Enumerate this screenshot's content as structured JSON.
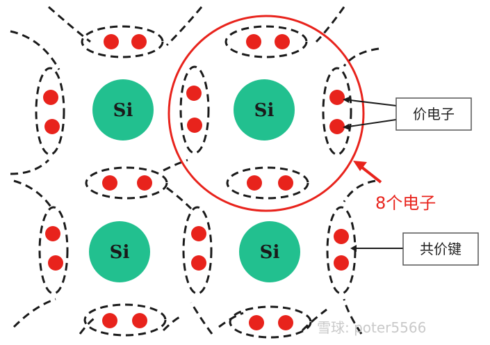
{
  "atoms": [
    {
      "label": "Si"
    },
    {
      "label": "Si"
    },
    {
      "label": "Si"
    },
    {
      "label": "Si"
    }
  ],
  "callouts": {
    "valence_electron": "价电子",
    "covalent_bond": "共价键",
    "eight_electrons": "8个电子"
  },
  "watermark": "雪球: poter5566",
  "colors": {
    "atom": "#22c08f",
    "electron": "#e8231c",
    "highlight": "#e8231c",
    "bond_line": "#1a1a1a"
  }
}
